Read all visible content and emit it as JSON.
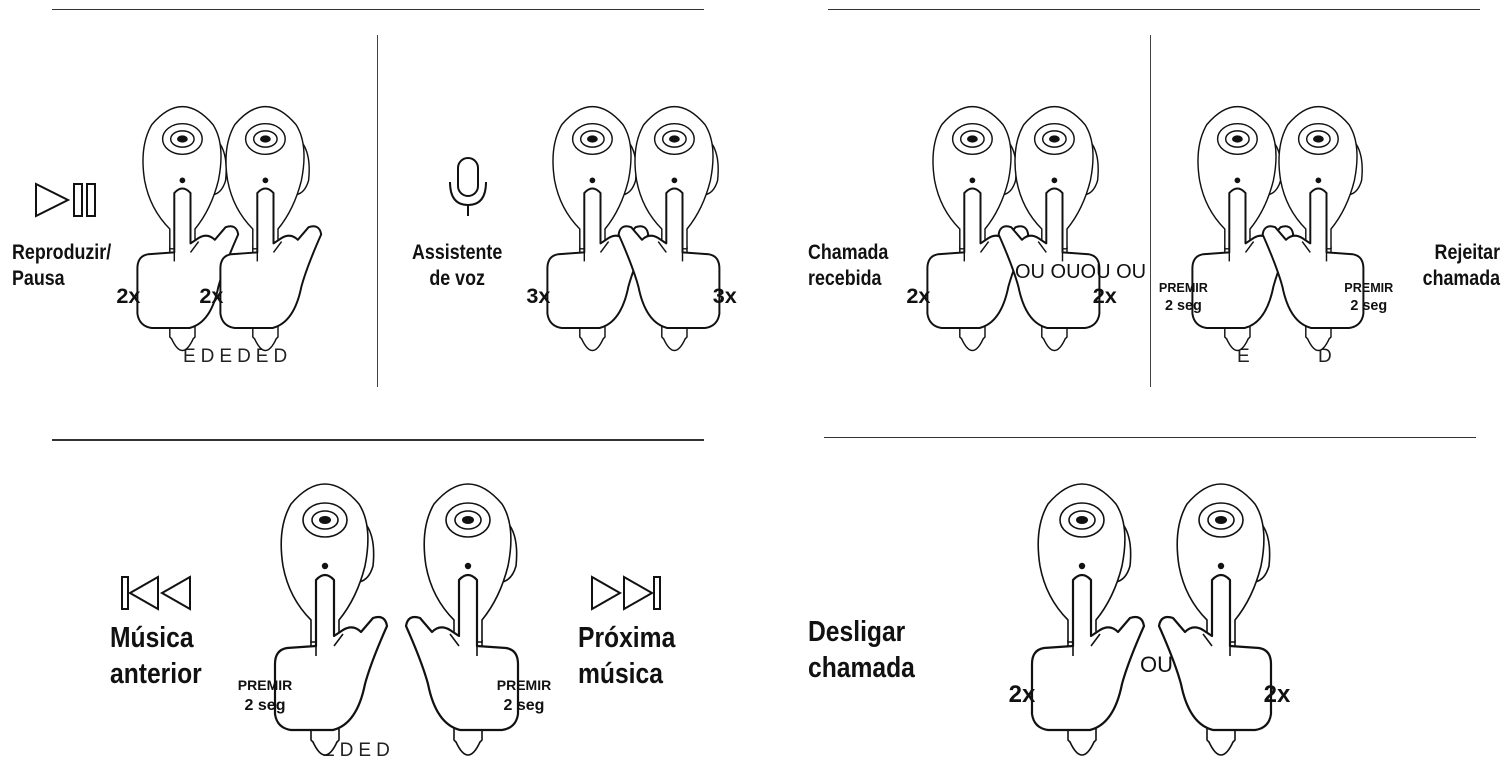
{
  "colors": {
    "line": "#111111",
    "background": "#ffffff"
  },
  "icons": {
    "play_pause": "play-pause-icon",
    "voice": "microphone-icon",
    "previous": "skip-previous-icon",
    "next": "skip-next-icon"
  },
  "sections": {
    "play_pause": {
      "label_line1": "Reproduzir/",
      "label_line2": "Pausa",
      "gesture_left": "2x",
      "gesture_right": "2x",
      "sides": "EDEDED"
    },
    "voice_assistant": {
      "label_line1": "Assistente",
      "label_line2": "de voz",
      "gesture_left": "3x",
      "gesture_right": "3x"
    },
    "incoming_call": {
      "label_line1": "Chamada",
      "label_line2": "recebida",
      "gesture_left": "2x",
      "gesture_right": "2x",
      "or_text": "OU OUOU OU"
    },
    "reject_call": {
      "label_line1": "Rejeitar",
      "label_line2": "chamada",
      "gesture_left_line1": "PREMIR",
      "gesture_left_line2": "2 seg",
      "gesture_right_line1": "PREMIR",
      "gesture_right_line2": "2 seg",
      "side_left": "E",
      "side_right": "D"
    },
    "previous_track": {
      "label_line1": "Música",
      "label_line2": "anterior",
      "gesture_line1": "PREMIR",
      "gesture_line2": "2 seg",
      "sides": "EDED"
    },
    "next_track": {
      "label_line1": "Próxima",
      "label_line2": "música",
      "gesture_line1": "PREMIR",
      "gesture_line2": "2 seg"
    },
    "end_call": {
      "label_line1": "Desligar",
      "label_line2": "chamada",
      "gesture_left": "2x",
      "gesture_right": "2x",
      "or_text": "OU"
    }
  }
}
